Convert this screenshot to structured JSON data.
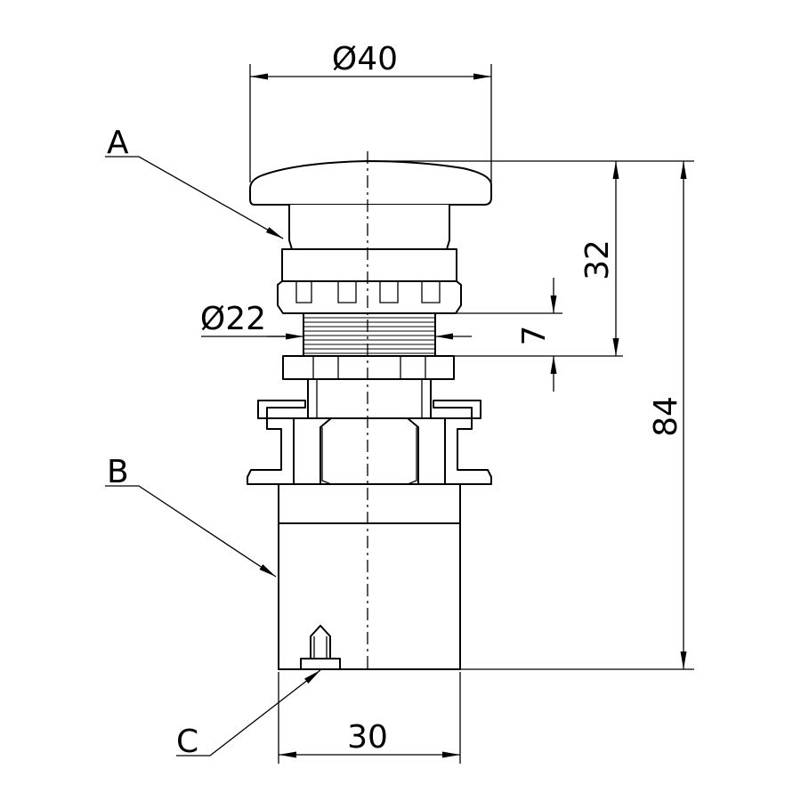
{
  "drawing": {
    "dimensions": {
      "head_diameter": "Ø40",
      "thread_diameter": "Ø22",
      "panel_thickness": "7",
      "head_height": "32",
      "total_height": "84",
      "body_width": "30"
    },
    "callouts": {
      "a": "A",
      "b": "B",
      "c": "C"
    }
  }
}
